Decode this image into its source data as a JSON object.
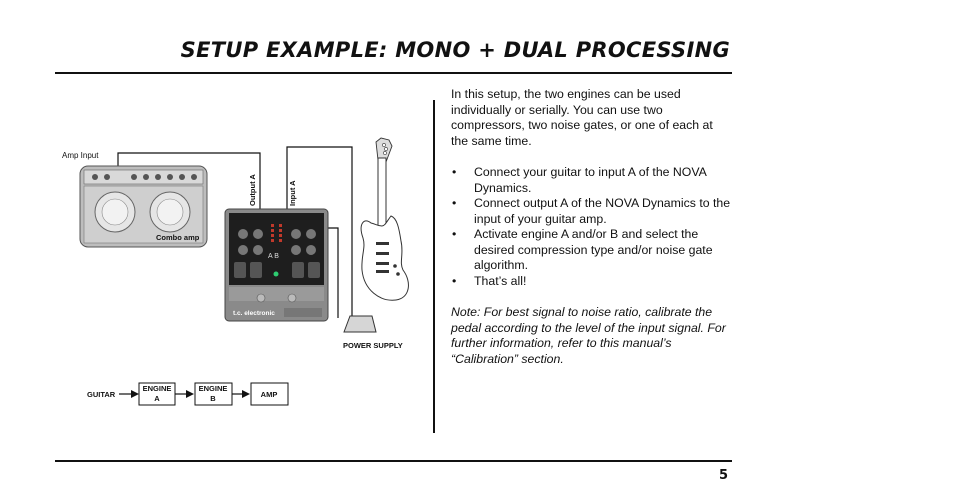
{
  "page": {
    "title": "SETUP EXAMPLE: MONO + DUAL PROCESSING",
    "page_number": "5"
  },
  "body": {
    "intro": "In this setup, the two engines can be used individually or serially. You can use two compressors, two noise gates, or one of each at the same time.",
    "bullets": [
      "Connect your guitar to input A of the NOVA Dynamics.",
      "Connect output A of the NOVA Dynamics to the input of your guitar amp.",
      "Activate engine A and/or B and select the desired compression type and/or noise gate algorithm.",
      "That’s all!"
    ],
    "note": "Note: For best signal to noise ratio, calibrate the pedal according to the level of the input signal. For further information, refer to this manual’s “Calibration” section."
  },
  "diagram": {
    "amp_input_label": "Amp Input",
    "amp_label": "Combo amp",
    "output_a_label": "Output A",
    "input_a_label": "Input A",
    "power_supply_label": "POWER SUPPLY",
    "brand_label": "t.c. electronic",
    "pedal_ab_label": "A B"
  },
  "chain": {
    "start": "GUITAR",
    "blocks": [
      {
        "line1": "ENGINE",
        "line2": "A"
      },
      {
        "line1": "ENGINE",
        "line2": "B"
      },
      {
        "line1": "AMP",
        "line2": ""
      }
    ]
  }
}
